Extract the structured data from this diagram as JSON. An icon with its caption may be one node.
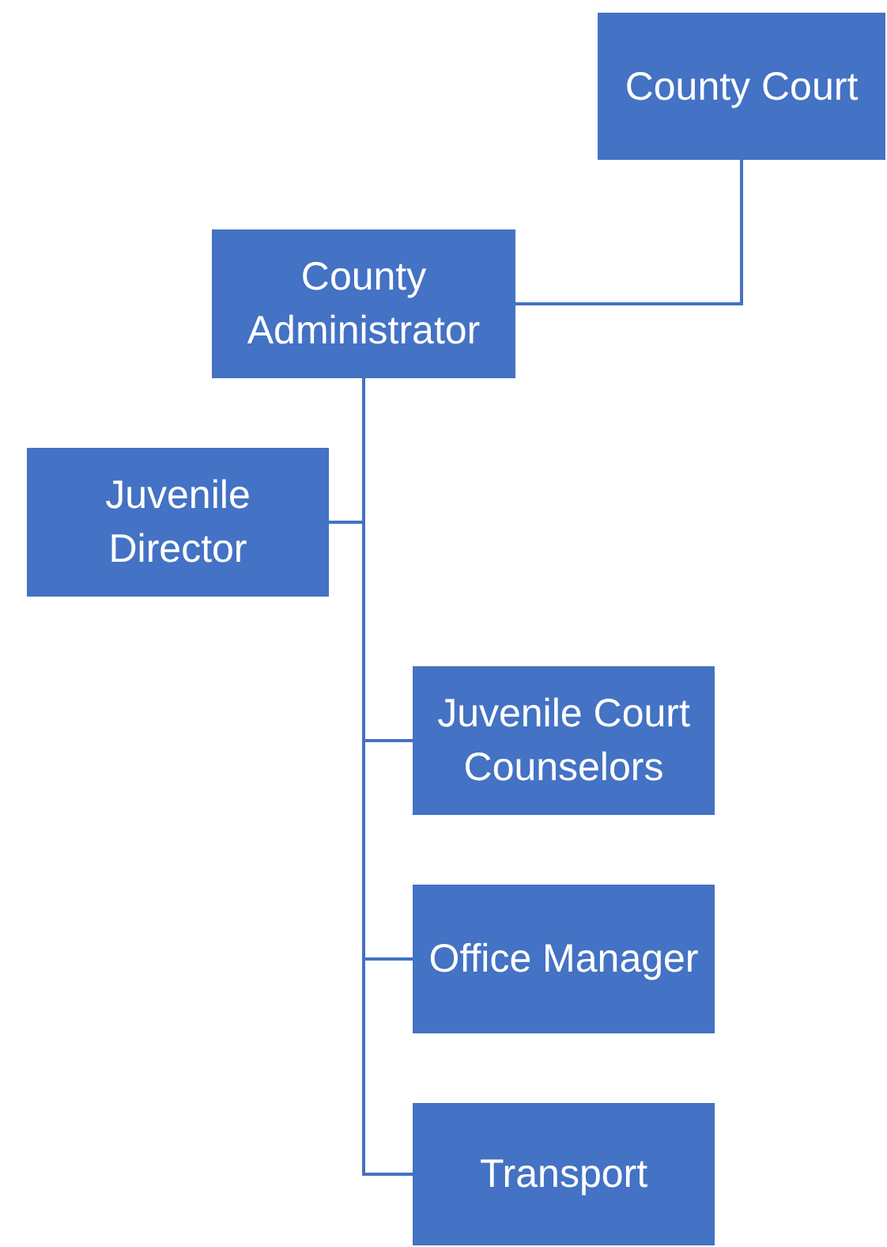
{
  "diagram": {
    "nodes": [
      {
        "text": [
          "County Court"
        ]
      },
      {
        "text": [
          "County Administrator"
        ]
      },
      {
        "text": [
          "Juvenile Director"
        ]
      },
      {
        "text": [
          "Juvenile Court Counselors"
        ]
      },
      {
        "text": [
          "Office Manager"
        ]
      },
      {
        "text": [
          "Transport"
        ]
      }
    ],
    "edges": [
      {
        "from": 0,
        "to": 1,
        "arrow": "none"
      },
      {
        "from": 1,
        "to": 2,
        "arrow": "none"
      },
      {
        "from": 1,
        "to": 3,
        "arrow": "none"
      },
      {
        "from": 1,
        "to": 4,
        "arrow": "none"
      },
      {
        "from": 1,
        "to": 5,
        "arrow": "none"
      }
    ]
  }
}
